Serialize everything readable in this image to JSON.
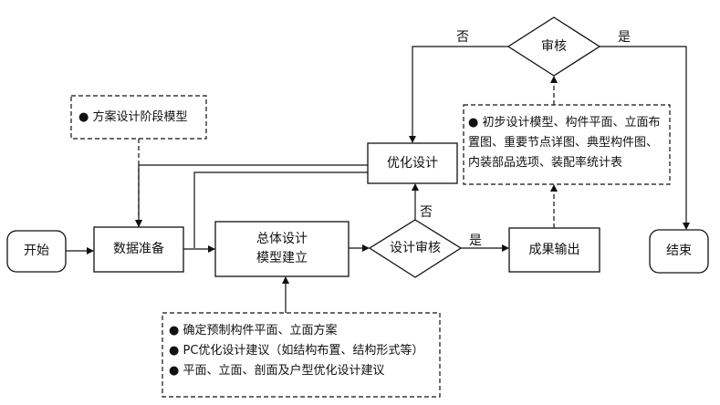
{
  "nodes": {
    "start": "开始",
    "data_prep": "数据准备",
    "overall_design": [
      "总体设计",
      "模型建立"
    ],
    "design_review": "设计审核",
    "optimize": "优化设计",
    "result_output": "成果输出",
    "review": "审核",
    "end": "结束"
  },
  "edge_labels": {
    "design_review_no": "否",
    "design_review_yes": "是",
    "review_no": "否",
    "review_yes": "是"
  },
  "notes": {
    "scheme_model": "● 方案设计阶段模型",
    "output_items": "● 初步设计模型、构件平面、立面布置图、重要节点详图、典型构件图、内装部品选项、装配率统计表",
    "bottom_items": [
      "● 确定预制构件平面、立面方案",
      "● PC优化设计建议（如结构布置、结构形式等）",
      "● 平面、立面、剖面及户型优化设计建议"
    ]
  }
}
